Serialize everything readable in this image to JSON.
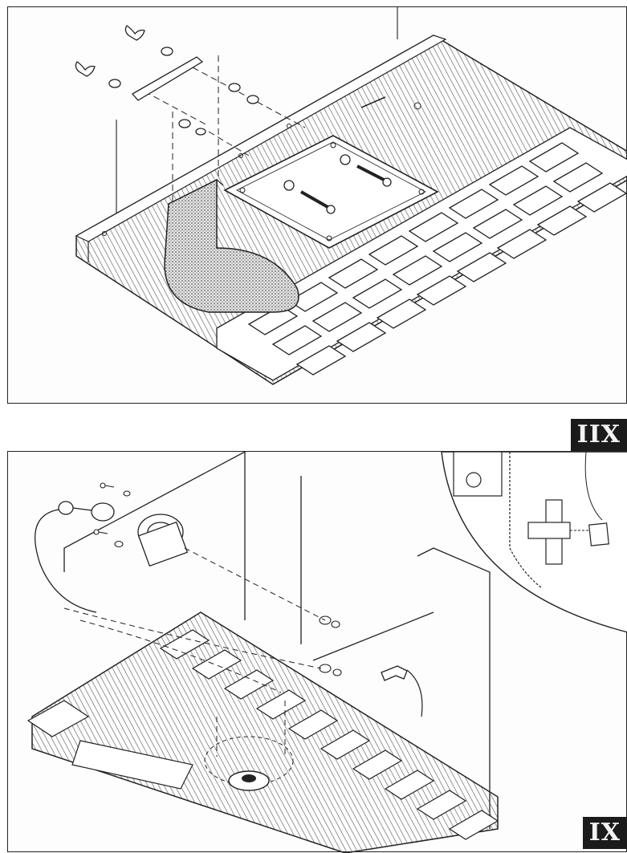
{
  "figures": [
    {
      "id": "top",
      "label": "IIX"
    },
    {
      "id": "bottom",
      "label": "IX"
    }
  ]
}
